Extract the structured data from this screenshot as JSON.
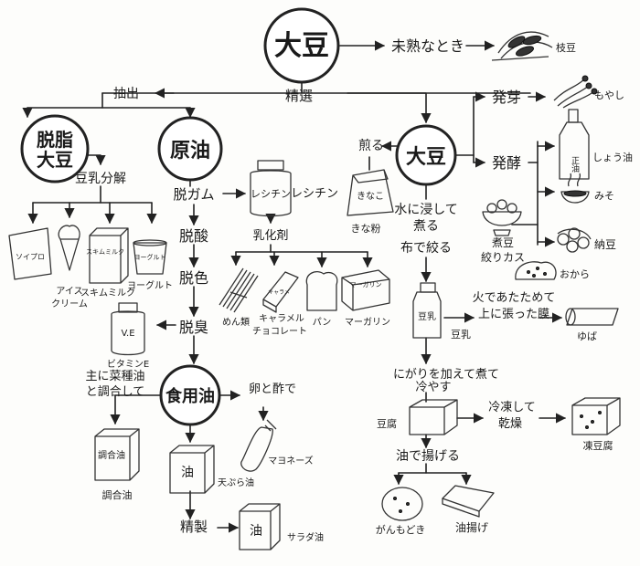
{
  "nodes": {
    "daizu_top": "大豆",
    "mijuku": "未熟なとき",
    "edamame": "枝豆",
    "chushutsu": "抽出",
    "seisen": "精選",
    "dasshi": "脱脂",
    "dasshi2": "大豆",
    "genyu": "原油",
    "daizu_mid": "大豆",
    "hatsuga": "発芽",
    "moyashi": "もやし",
    "hakko": "発酵",
    "shoyu_label": "しょう油",
    "shoyu_bottle": "正油",
    "miso": "みそ",
    "natto": "納豆",
    "nimame": "煮豆",
    "shiborikasu": "絞りカス",
    "okara": "おから",
    "iru": "煎る",
    "kinako_bag": "きなこ",
    "kinako": "きな粉",
    "mizu": "水に浸して",
    "niru": "煮る",
    "nuno": "布で絞る",
    "tonyu_bottle": "豆乳",
    "tonyu": "豆乳",
    "hi": "火であたためて",
    "ue": "上に張った膜",
    "yuba": "ゆば",
    "nigari": "にがりを加えて煮て",
    "hiyasu": "冷やす",
    "tofu": "豆腐",
    "reito": "冷凍して",
    "kanso": "乾燥",
    "koyadofu": "凍豆腐",
    "abura_ageru": "油で揚げる",
    "ganmodoki": "がんもどき",
    "aburaage": "油揚げ",
    "tonyu_bunkai": "豆乳分解",
    "aisu": "アイス",
    "kurimu": "クリーム",
    "sukimu": "スキムミルク",
    "yoguruto": "ヨーグルト",
    "cup_soy": "ソイプロ",
    "box_sukimu": "スキムミルク",
    "cup_yo": "ヨーグルト",
    "datsugamu": "脱ガム",
    "reshichin_box": "レシチン",
    "reshichin": "レシチン",
    "nyukazai": "乳化剤",
    "menrui": "めん類",
    "kyarameru": "キャラメル",
    "chokoreto": "チョコレート",
    "choco_box": "キャラメ",
    "pan": "パン",
    "magarin_box": "マーガリン",
    "magarin": "マーガリン",
    "dassan": "脱酸",
    "dasshoku": "脱色",
    "dasshu": "脱臭",
    "vitamin_bottle": "V.E",
    "vitamin": "ビタミンE",
    "shokuyoyu": "食用油",
    "tamago": "卵と酢で",
    "mayonezu": "マヨネーズ",
    "shuni": "主に菜種油",
    "chogo": "と調合して",
    "chogoyu_box": "調合油",
    "chogoyu": "調合油",
    "abura_box": "油",
    "tenpurayu": "天ぷら油",
    "seisei": "精製",
    "salad_box": "油",
    "saradayu": "サラダ油"
  }
}
